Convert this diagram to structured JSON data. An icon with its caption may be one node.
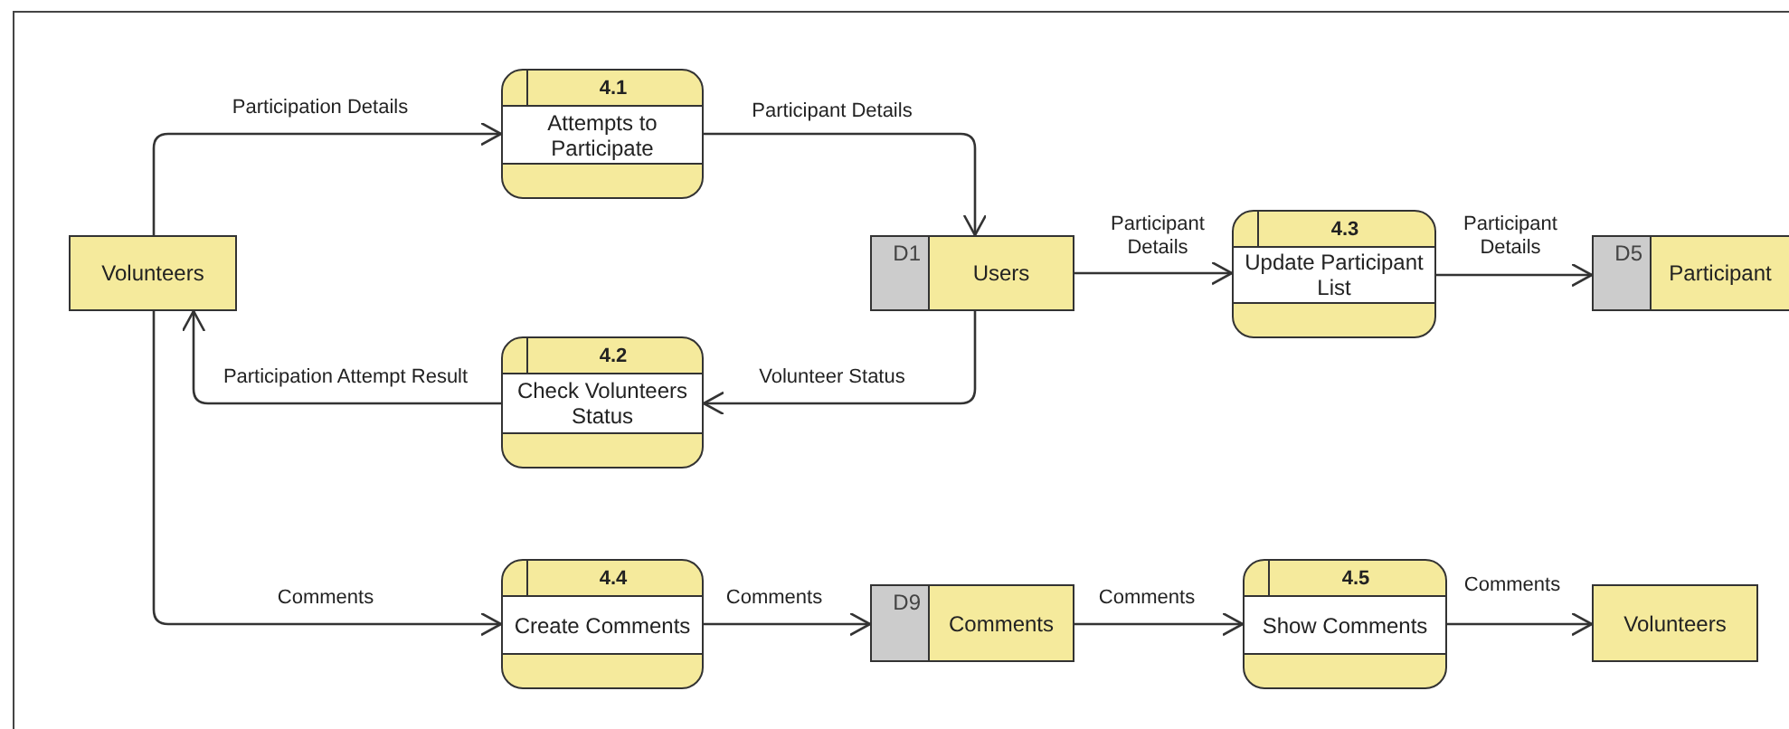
{
  "diagram": {
    "nodes": [
      {
        "text": [
          "Volunteers"
        ]
      },
      {
        "text": [
          "4.1",
          "Attempts to Participate"
        ]
      },
      {
        "text": [
          "D1",
          "Users"
        ]
      },
      {
        "text": [
          "4.2",
          "Check Volunteers Status"
        ]
      },
      {
        "text": [
          "4.3",
          "Update Participant List"
        ]
      },
      {
        "text": [
          "D5",
          "Participant"
        ]
      },
      {
        "text": [
          "4.4",
          "Create Comments"
        ]
      },
      {
        "text": [
          "D9",
          "Comments"
        ]
      },
      {
        "text": [
          "4.5",
          "Show Comments"
        ]
      },
      {
        "text": [
          "Volunteers"
        ]
      }
    ],
    "edges": [
      {
        "from": 0,
        "to": 1,
        "arrow": "to",
        "label": "Participation Details"
      },
      {
        "from": 1,
        "to": 2,
        "arrow": "to",
        "label": "Participant Details"
      },
      {
        "from": 2,
        "to": 3,
        "arrow": "to",
        "label": "Volunteer Status"
      },
      {
        "from": 3,
        "to": 0,
        "arrow": "to",
        "label": "Participation Attempt Result"
      },
      {
        "from": 2,
        "to": 4,
        "arrow": "to",
        "label": "Participant Details"
      },
      {
        "from": 4,
        "to": 5,
        "arrow": "to",
        "label": "Participant Details"
      },
      {
        "from": 0,
        "to": 6,
        "arrow": "to",
        "label": "Comments"
      },
      {
        "from": 6,
        "to": 7,
        "arrow": "to",
        "label": "Comments"
      },
      {
        "from": 7,
        "to": 8,
        "arrow": "to",
        "label": "Comments"
      },
      {
        "from": 8,
        "to": 9,
        "arrow": "to",
        "label": "Comments"
      }
    ]
  }
}
